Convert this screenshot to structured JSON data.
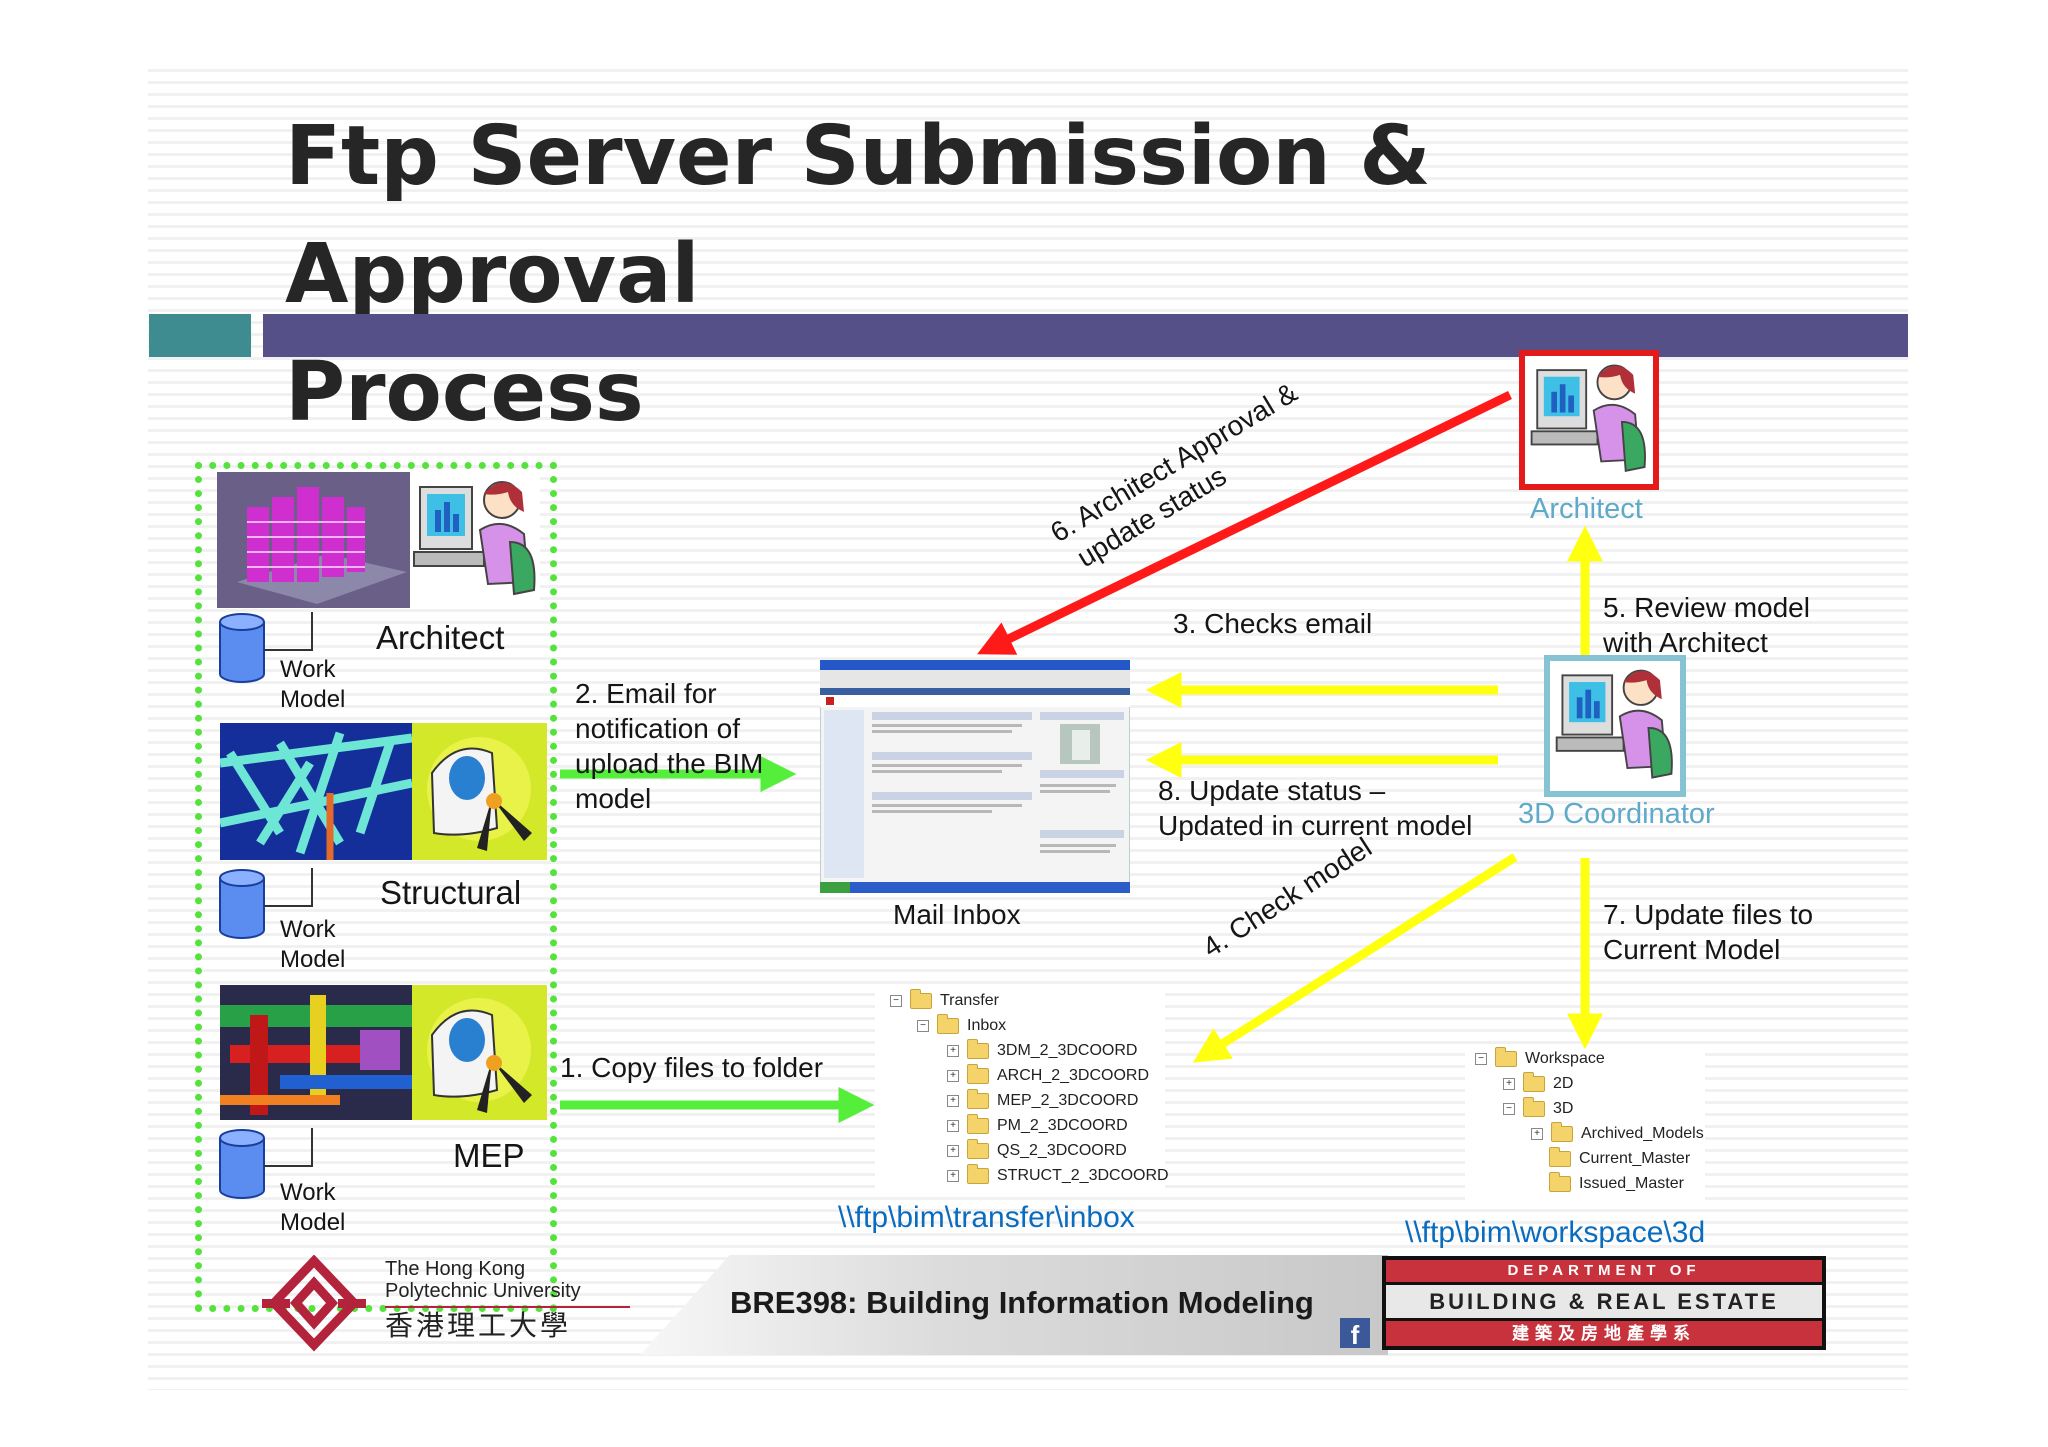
{
  "slide": {
    "title_line1": "Ftp Server Submission & Approval",
    "title_line2": "Process"
  },
  "left_panel": {
    "architect_label": "Architect",
    "structural_label": "Structural",
    "mep_label": "MEP",
    "work_model_1": [
      "Work",
      "Model"
    ],
    "work_model_2": [
      "Work",
      "Model"
    ],
    "work_model_3": [
      "Work",
      "Model"
    ]
  },
  "steps": {
    "s1": "1. Copy files to folder",
    "s2": [
      "2. Email for",
      "notification of",
      "upload the BIM",
      "model"
    ],
    "s3": "3. Checks email",
    "s4": "4. Check model",
    "s5": [
      "5. Review model",
      "with Architect"
    ],
    "s6": [
      "6. Architect Approval &",
      "update status"
    ],
    "s7": [
      "7. Update files to",
      "Current Model"
    ],
    "s8": [
      "8. Update status –",
      "Updated in current model"
    ]
  },
  "nodes": {
    "mail_inbox": "Mail Inbox",
    "architect": "Architect",
    "coordinator": "3D Coordinator"
  },
  "transfer_tree": {
    "path": "\\\\ftp\\bim\\transfer\\inbox",
    "root": "Transfer",
    "inbox": "Inbox",
    "folders": [
      "3DM_2_3DCOORD",
      "ARCH_2_3DCOORD",
      "MEP_2_3DCOORD",
      "PM_2_3DCOORD",
      "QS_2_3DCOORD",
      "STRUCT_2_3DCOORD"
    ]
  },
  "workspace_tree": {
    "path": "\\\\ftp\\bim\\workspace\\3d",
    "root": "Workspace",
    "d2": "2D",
    "d3": "3D",
    "sub": [
      "Archived_Models",
      "Current_Master",
      "Issued_Master"
    ]
  },
  "footer": {
    "uni_en_1": "The Hong Kong",
    "uni_en_2": "Polytechnic University",
    "uni_zh": "香港理工大學",
    "course": "BRE398: Building Information Modeling",
    "dept_line1": "DEPARTMENT OF",
    "dept_line2": "BUILDING & REAL ESTATE",
    "dept_line3": "建築及房地產學系"
  },
  "colors": {
    "arrow_green": "#55ee3a",
    "arrow_yellow": "#ffff10",
    "arrow_red": "#ff1a1a",
    "title_bar": "#565089",
    "accent_teal": "#3e8b90"
  }
}
